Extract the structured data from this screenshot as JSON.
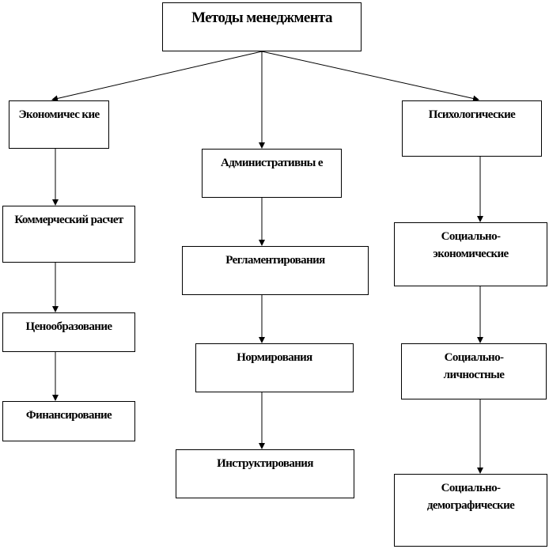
{
  "root": {
    "label": "Методы менеджмента"
  },
  "columns": [
    {
      "head": "Экономичес кие",
      "items": [
        "Коммерческий расчет",
        "Ценообразование",
        "Финансирование"
      ]
    },
    {
      "head": "Административны е",
      "items": [
        "Регламентирования",
        "Нормирования",
        "Инструктирования"
      ]
    },
    {
      "head": "Психологические",
      "items": [
        "Социально-экономические",
        "Социально-личностные",
        "Социально-демографические"
      ]
    }
  ]
}
